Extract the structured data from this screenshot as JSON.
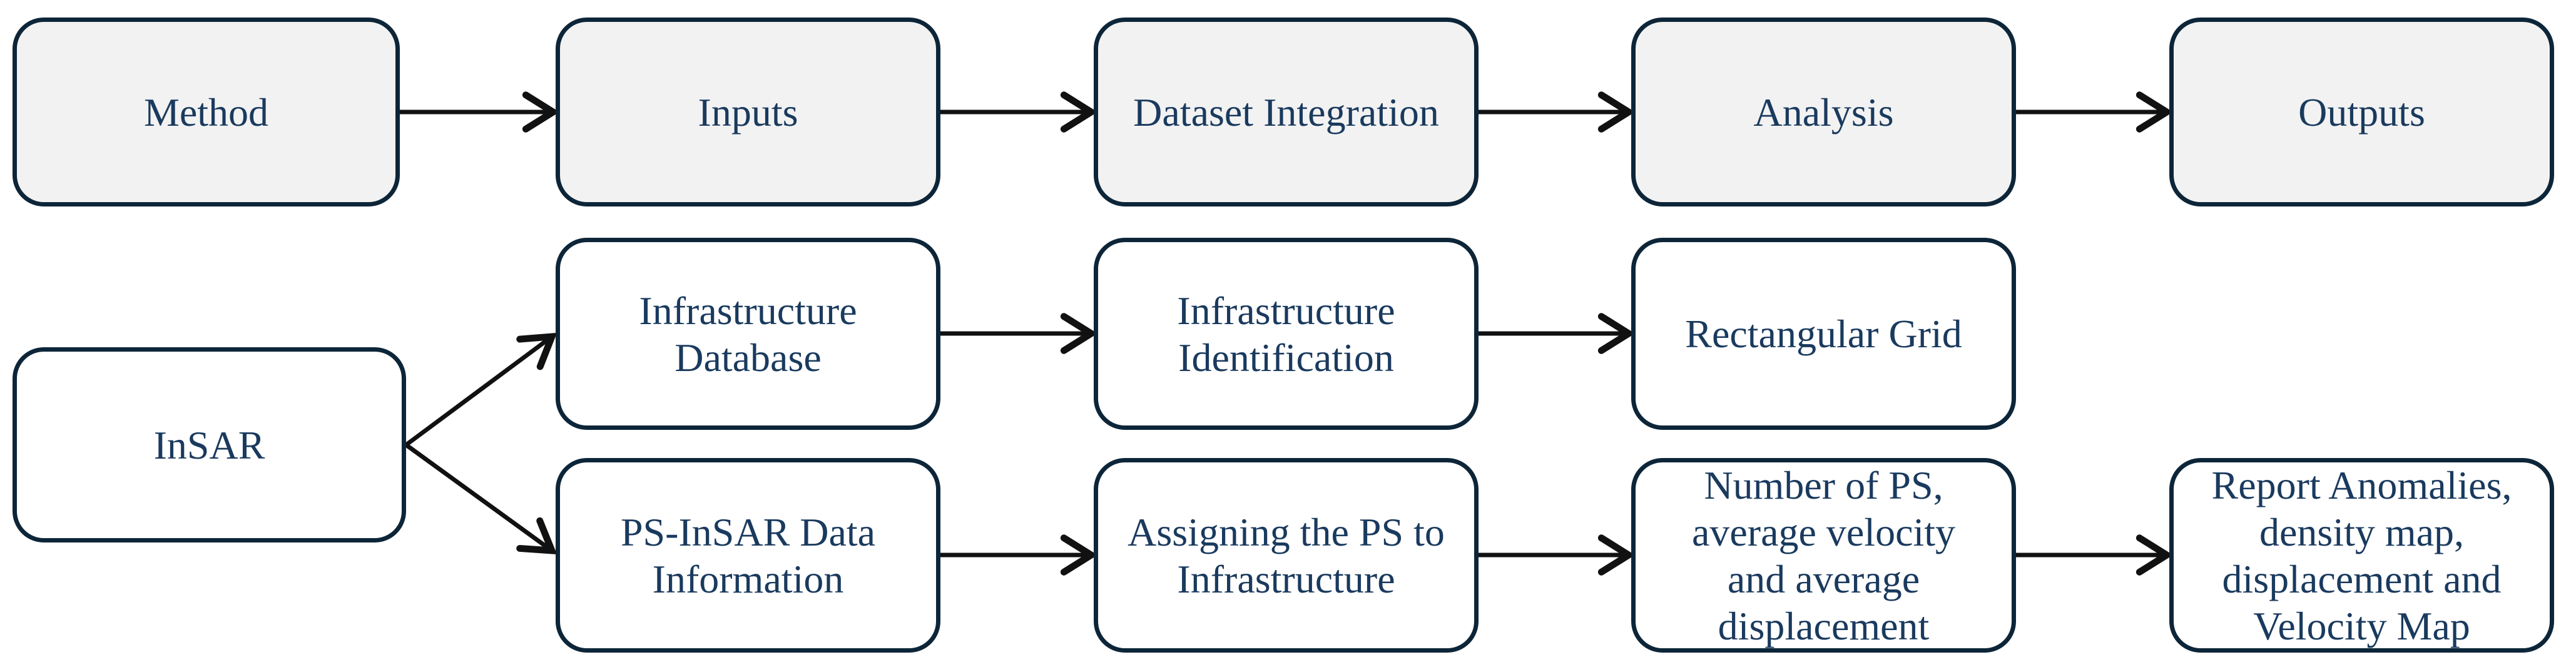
{
  "colors": {
    "background": "#ffffff",
    "node_border": "#0d2538",
    "node_text": "#1a3a5e",
    "header_fill": "#f2f2f2",
    "node_fill": "#ffffff",
    "arrow": "#111111"
  },
  "nodes": {
    "method": {
      "label": "Method"
    },
    "inputs": {
      "label": "Inputs"
    },
    "dataset": {
      "label": "Dataset Integration"
    },
    "analysis": {
      "label": "Analysis"
    },
    "outputs": {
      "label": "Outputs"
    },
    "insar": {
      "label": "InSAR"
    },
    "infra_db": {
      "label": "Infrastructure\nDatabase"
    },
    "infra_id": {
      "label": "Infrastructure\nIdentification"
    },
    "rect_grid": {
      "label": "Rectangular Grid"
    },
    "ps_insar": {
      "label": "PS-InSAR Data\nInformation"
    },
    "assigning": {
      "label": "Assigning the PS to\nInfrastructure"
    },
    "number_ps": {
      "label": "Number of PS,\naverage velocity\nand average\ndisplacement"
    },
    "report": {
      "label": "Report Anomalies,\ndensity map,\ndisplacement and\nVelocity Map"
    }
  },
  "edges": [
    {
      "from": "Method",
      "to": "Inputs"
    },
    {
      "from": "Inputs",
      "to": "Dataset Integration"
    },
    {
      "from": "Dataset Integration",
      "to": "Analysis"
    },
    {
      "from": "Analysis",
      "to": "Outputs"
    },
    {
      "from": "InSAR",
      "to": "Infrastructure Database"
    },
    {
      "from": "InSAR",
      "to": "PS-InSAR Data Information"
    },
    {
      "from": "Infrastructure Database",
      "to": "Infrastructure Identification"
    },
    {
      "from": "Infrastructure Identification",
      "to": "Rectangular Grid"
    },
    {
      "from": "PS-InSAR Data Information",
      "to": "Assigning the PS to Infrastructure"
    },
    {
      "from": "Assigning the PS to Infrastructure",
      "to": "Number of PS, average velocity and average displacement"
    },
    {
      "from": "Number of PS, average velocity and average displacement",
      "to": "Report Anomalies, density map, displacement and Velocity Map"
    }
  ]
}
